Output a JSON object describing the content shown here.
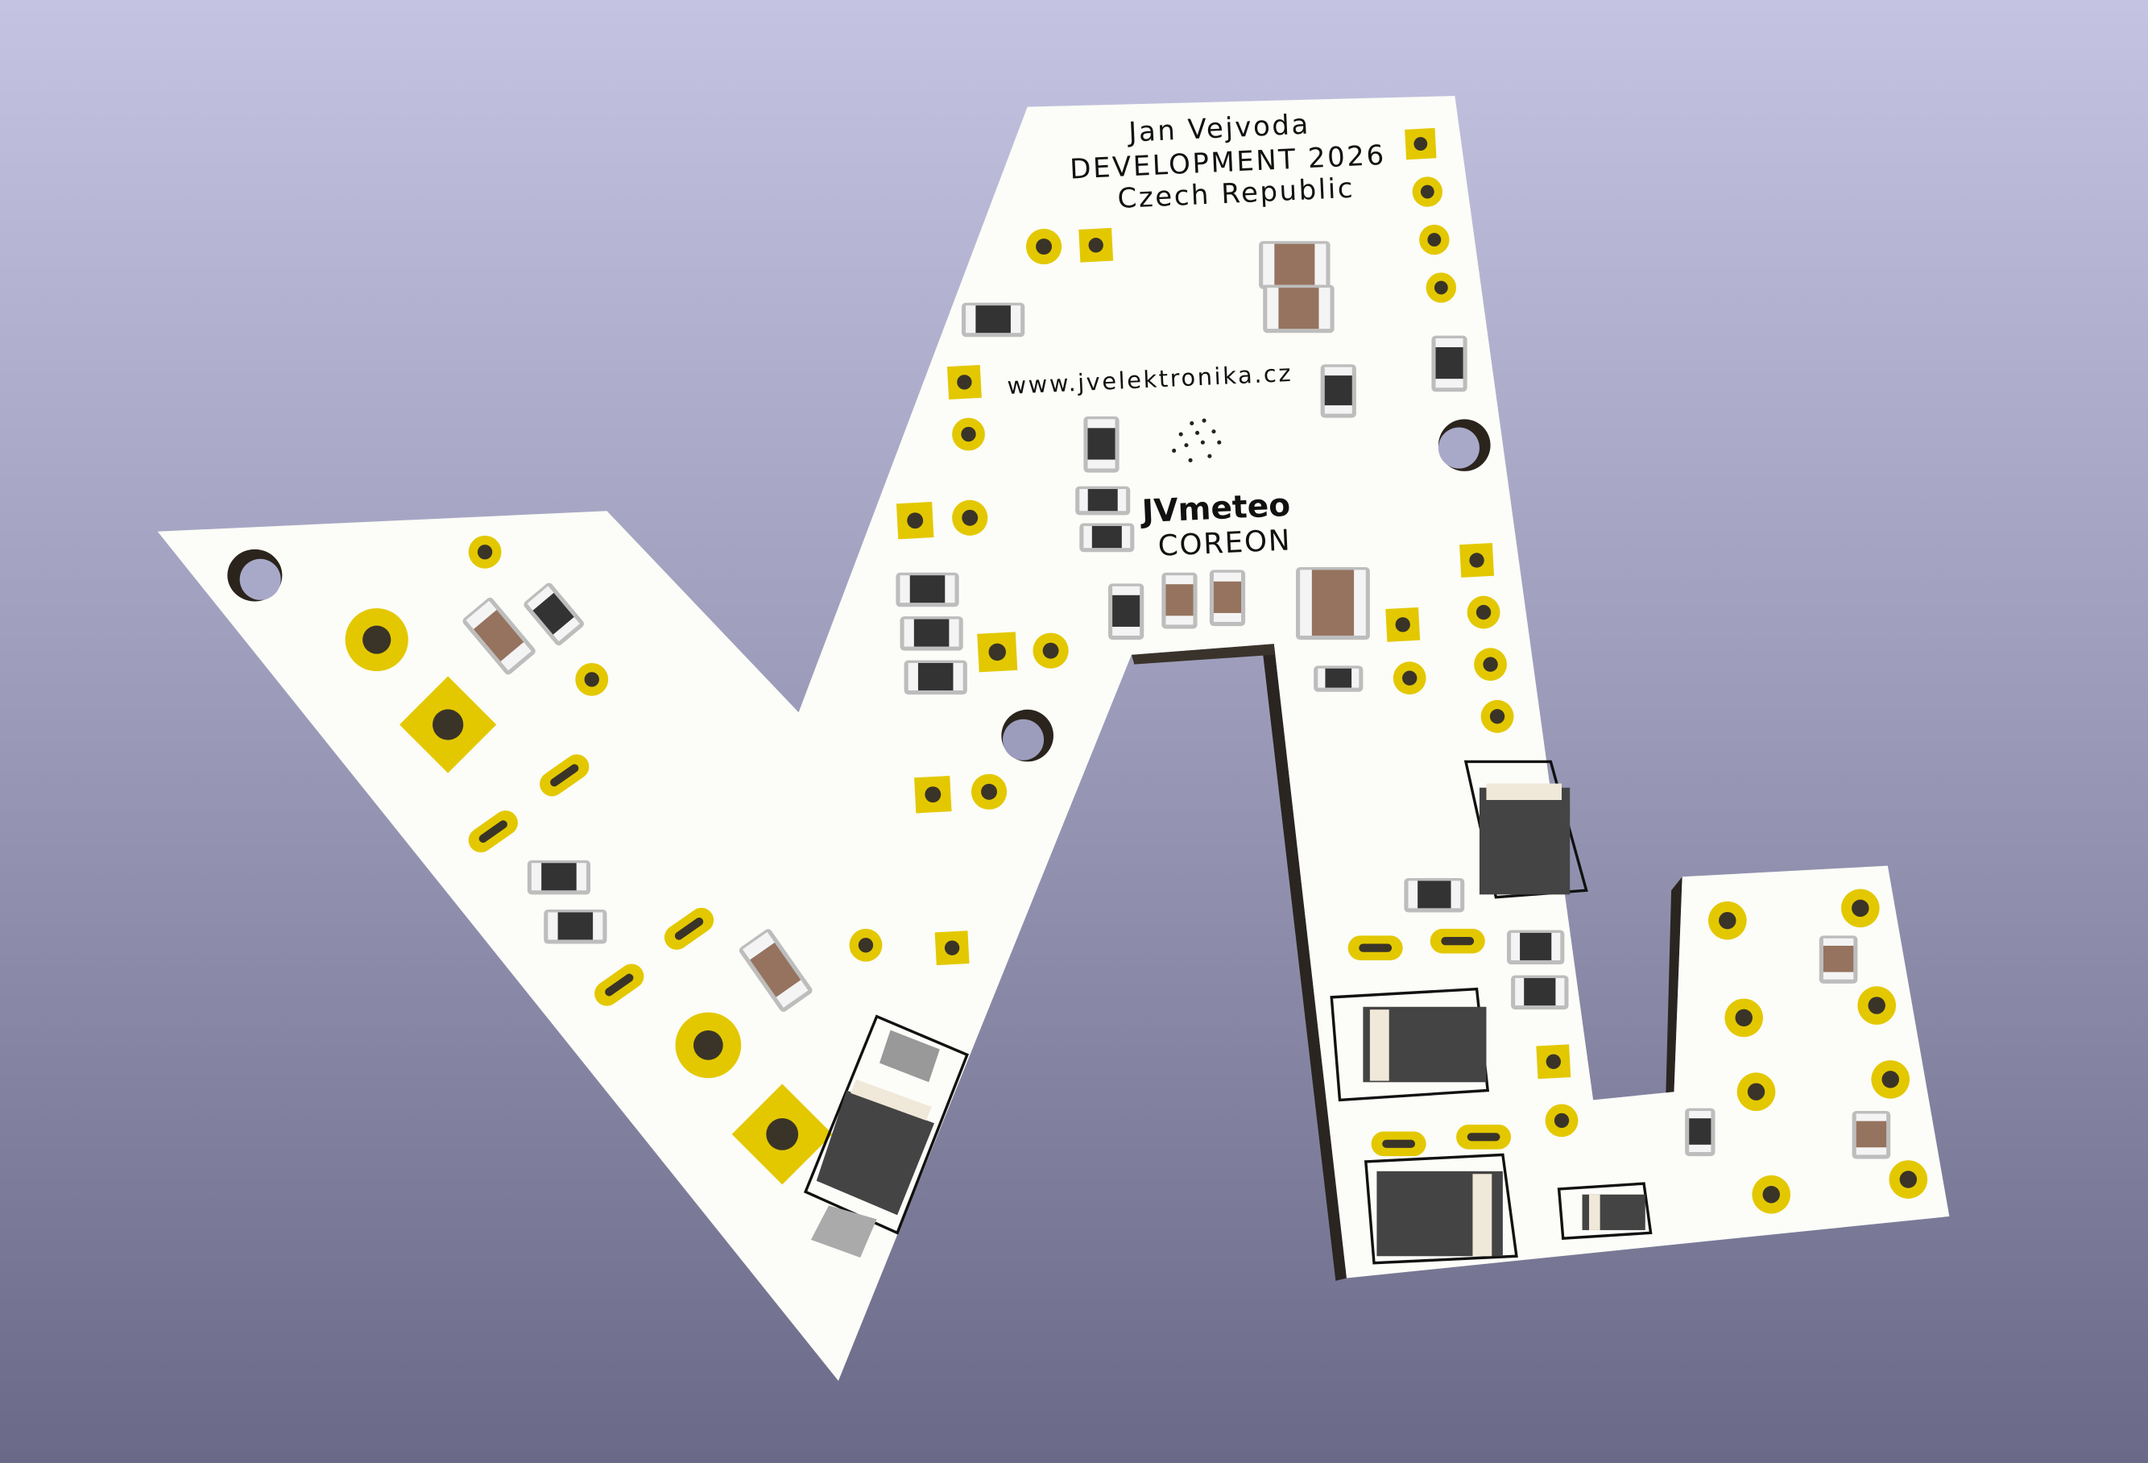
{
  "viewer": {
    "board_color": "#fcfcf8",
    "pad_color": "#e3c800",
    "background_top": "#c4c4e2",
    "background_bottom": "#6a6a88"
  },
  "silkscreen": {
    "author": "Jan Vejvoda",
    "project": "DEVELOPMENT 2026",
    "country": "Czech Republic",
    "website": "www.jvelektronika.cz",
    "brand": "JVmeteo",
    "product": "COREON"
  }
}
